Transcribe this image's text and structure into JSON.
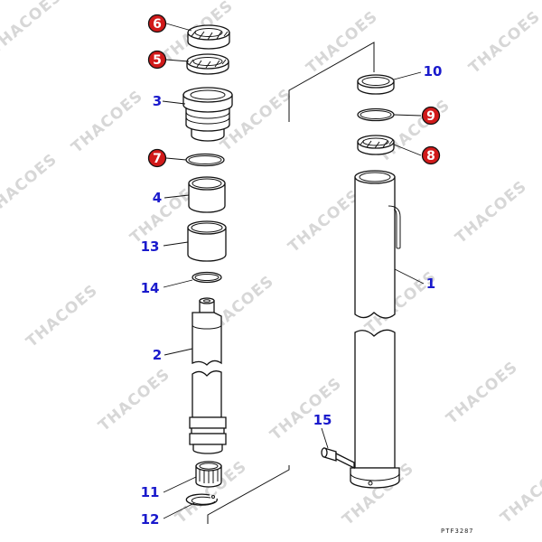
{
  "watermark": "THACOES",
  "drawing_code": "PTF3287",
  "colors": {
    "callout_blue": "#1a1acc",
    "badge_red": "#d11a1a",
    "badge_ring": "#111111",
    "line": "#111111"
  },
  "callouts": [
    {
      "id": "c6",
      "label": "6",
      "style": "badge"
    },
    {
      "id": "c5",
      "label": "5",
      "style": "badge"
    },
    {
      "id": "c3",
      "label": "3",
      "style": "plain"
    },
    {
      "id": "c7",
      "label": "7",
      "style": "badge"
    },
    {
      "id": "c4",
      "label": "4",
      "style": "plain"
    },
    {
      "id": "c13",
      "label": "13",
      "style": "plain"
    },
    {
      "id": "c14",
      "label": "14",
      "style": "plain"
    },
    {
      "id": "c2",
      "label": "2",
      "style": "plain"
    },
    {
      "id": "c11",
      "label": "11",
      "style": "plain"
    },
    {
      "id": "c12",
      "label": "12",
      "style": "plain"
    },
    {
      "id": "c10",
      "label": "10",
      "style": "plain"
    },
    {
      "id": "c9",
      "label": "9",
      "style": "badge"
    },
    {
      "id": "c8",
      "label": "8",
      "style": "badge"
    },
    {
      "id": "c1",
      "label": "1",
      "style": "plain"
    },
    {
      "id": "c15",
      "label": "15",
      "style": "plain"
    }
  ]
}
